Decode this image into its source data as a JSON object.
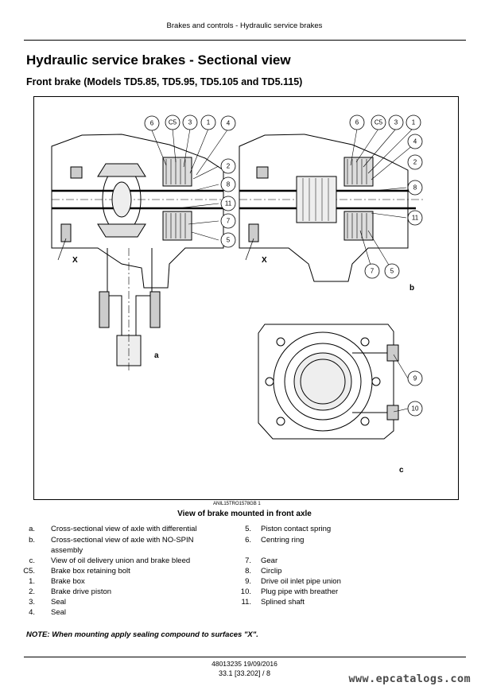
{
  "header": {
    "text": "Brakes and controls - Hydraulic service brakes"
  },
  "title": "Hydraulic service brakes - Sectional view",
  "subtitle": "Front brake (Models TD5.85, TD5.95, TD5.105 and TD5.115)",
  "figure": {
    "ref": "ANIL15TRO1578GB   1",
    "caption": "View of brake mounted in front axle",
    "view_labels": {
      "a": "a",
      "b": "b",
      "c": "c"
    },
    "x_label": "X",
    "callouts_a": [
      "6",
      "C5",
      "3",
      "1",
      "4",
      "2",
      "8",
      "11",
      "7",
      "5"
    ],
    "callouts_b": [
      "6",
      "C5",
      "3",
      "1",
      "4",
      "2",
      "8",
      "11",
      "7",
      "5"
    ],
    "callouts_c": [
      "9",
      "10"
    ]
  },
  "legend": {
    "left": [
      {
        "key": "a.",
        "text": "Cross-sectional view of axle with differential"
      },
      {
        "key": "b.",
        "text": "Cross-sectional view of axle with NO-SPIN assembly"
      },
      {
        "key": "c.",
        "text": "View of oil delivery union and brake bleed"
      },
      {
        "key": "C5.",
        "text": "Brake box retaining bolt"
      },
      {
        "key": "1.",
        "text": "Brake box"
      },
      {
        "key": "2.",
        "text": "Brake drive piston"
      },
      {
        "key": "3.",
        "text": "Seal"
      },
      {
        "key": "4.",
        "text": "Seal"
      }
    ],
    "right": [
      {
        "key": "5.",
        "text": "Piston contact spring"
      },
      {
        "key": "6.",
        "text": "Centring ring"
      },
      {
        "key": "7.",
        "text": "Gear"
      },
      {
        "key": "8.",
        "text": "Circlip"
      },
      {
        "key": "9.",
        "text": "Drive oil inlet pipe union"
      },
      {
        "key": "10.",
        "text": "Plug pipe with breather"
      },
      {
        "key": "11.",
        "text": "Splined shaft"
      }
    ]
  },
  "note": "NOTE: When mounting apply sealing compound to surfaces \"X\".",
  "footer": {
    "doc": "48013235 19/09/2016",
    "page": "33.1 [33.202] / 8"
  },
  "watermark": "www.epcatalogs.com"
}
